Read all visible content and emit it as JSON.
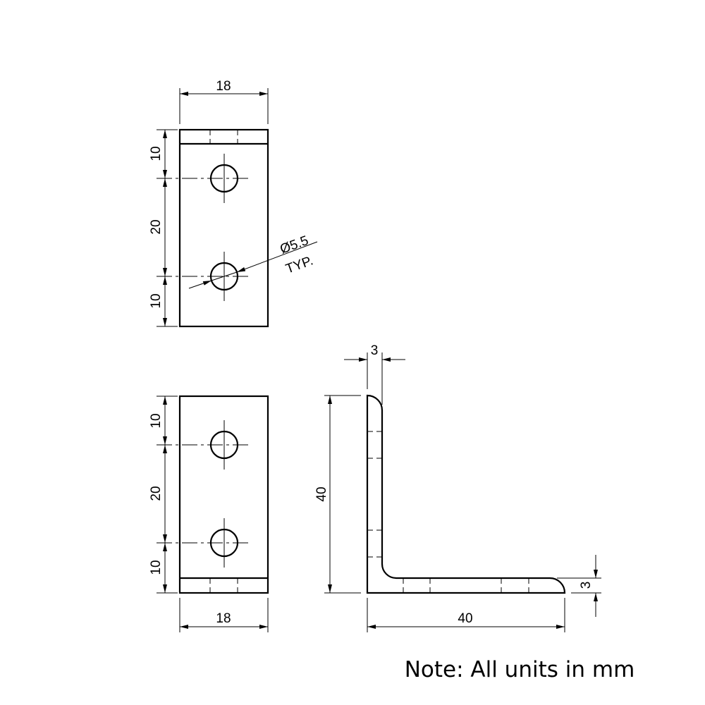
{
  "drawing": {
    "note": "Note: All units in mm",
    "top_view": {
      "width_dim": "18",
      "dim_top": "10",
      "dim_middle": "20",
      "dim_bottom": "10",
      "hole_callout": "Ø5.5",
      "hole_callout_suffix": "TYP."
    },
    "front_view": {
      "width_dim": "18",
      "dim_top": "10",
      "dim_middle": "20",
      "dim_bottom": "10"
    },
    "side_view": {
      "thickness_vertical_leg": "3",
      "height_dim": "40",
      "length_dim": "40",
      "thickness_horizontal_leg": "3"
    }
  }
}
